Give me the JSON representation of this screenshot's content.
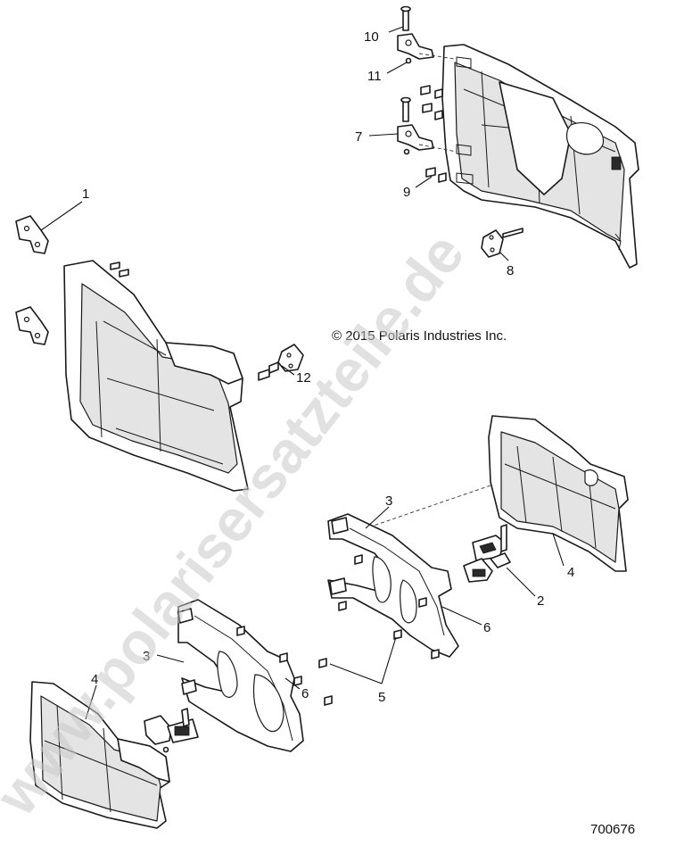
{
  "copyright": "© 2015 Polaris Industries Inc.",
  "diagram_id": "700676",
  "watermark": "www.polarisersatzteile.de",
  "callouts": {
    "c1": "1",
    "c2": "2",
    "c3a": "3",
    "c3b": "3",
    "c4a": "4",
    "c4b": "4",
    "c5": "5",
    "c6a": "6",
    "c6b": "6",
    "c7": "7",
    "c8": "8",
    "c9": "9",
    "c10": "10",
    "c11": "11",
    "c12": "12"
  }
}
